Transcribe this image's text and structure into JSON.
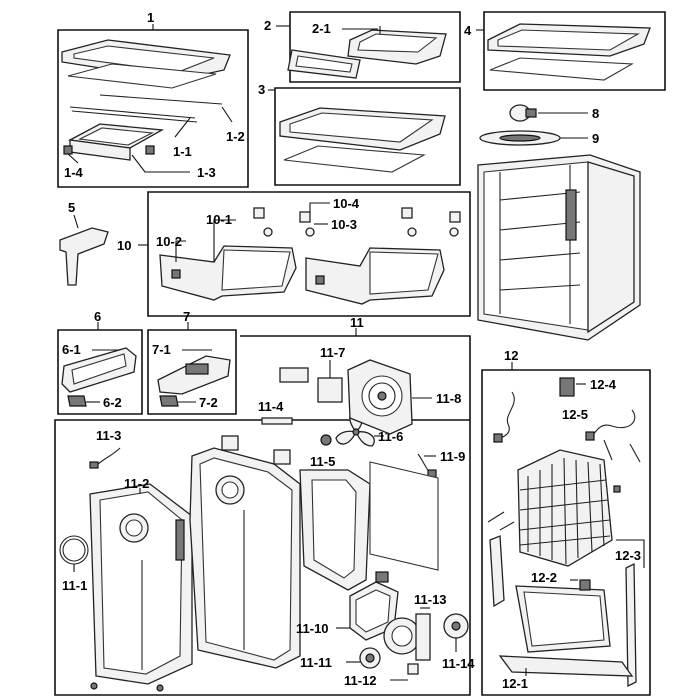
{
  "labels": {
    "p1": "1",
    "p1_1": "1-1",
    "p1_2": "1-2",
    "p1_3": "1-3",
    "p1_4": "1-4",
    "p2": "2",
    "p2_1": "2-1",
    "p3": "3",
    "p4": "4",
    "p5": "5",
    "p6": "6",
    "p6_1": "6-1",
    "p6_2": "6-2",
    "p7": "7",
    "p7_1": "7-1",
    "p7_2": "7-2",
    "p8": "8",
    "p9": "9",
    "p10": "10",
    "p10_1": "10-1",
    "p10_2": "10-2",
    "p10_3": "10-3",
    "p10_4": "10-4",
    "p11": "11",
    "p11_1": "11-1",
    "p11_2": "11-2",
    "p11_3": "11-3",
    "p11_4": "11-4",
    "p11_5": "11-5",
    "p11_6": "11-6",
    "p11_7": "11-7",
    "p11_8": "11-8",
    "p11_9": "11-9",
    "p11_10": "11-10",
    "p11_11": "11-11",
    "p11_12": "11-12",
    "p11_13": "11-13",
    "p11_14": "11-14",
    "p12": "12",
    "p12_1": "12-1",
    "p12_2": "12-2",
    "p12_3": "12-3",
    "p12_4": "12-4",
    "p12_5": "12-5"
  }
}
